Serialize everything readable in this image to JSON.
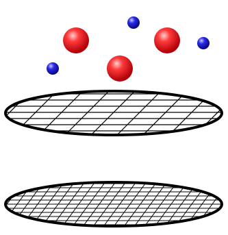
{
  "colors": {
    "background": "#ffffff",
    "disc_fill": "#ffffff",
    "disc_stroke": "#000000",
    "grid_line": "#000000",
    "large_particle": "#e8141c",
    "large_particle_highlight": "#ffd0d0",
    "small_particle": "#1a1ad6",
    "small_particle_highlight": "#c8c8ff"
  },
  "scene": {
    "large_particle_count": 3,
    "small_particle_count": 3,
    "membrane_count": 2,
    "upper_membrane_grid": "coarse-diagonal",
    "lower_membrane_grid": "fine-crosshatch"
  }
}
